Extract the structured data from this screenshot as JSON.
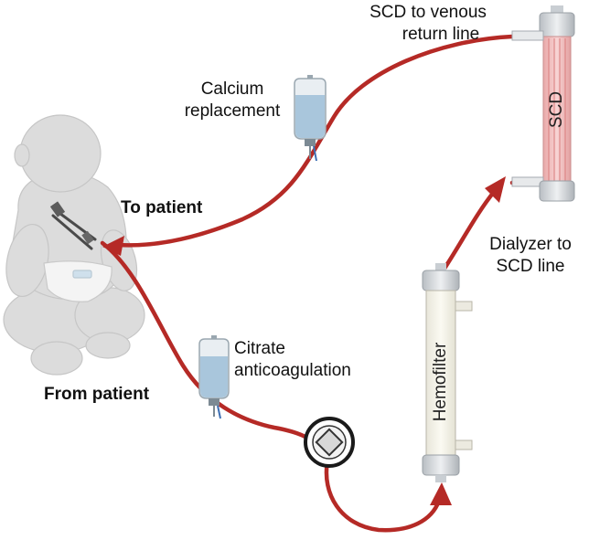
{
  "labels": {
    "scd_to_venous": [
      "SCD to venous",
      "return line"
    ],
    "calcium": [
      "Calcium",
      "replacement"
    ],
    "to_patient": "To patient",
    "from_patient": "From patient",
    "citrate": [
      "Citrate",
      "anticoagulation"
    ],
    "dialyzer_to_scd": [
      "Dialyzer to",
      "SCD line"
    ],
    "scd_device": "SCD",
    "hemofilter_device": "Hemofilter"
  },
  "colors": {
    "line": "#b52a26",
    "scd_body": "#f4c6c6",
    "scd_stripe": "#e29a9a",
    "hemofilter_body": "#f7f5ea",
    "bag_fluid": "#a9c6dc",
    "baby_skin": "#dcdcdc"
  },
  "icons": [
    "baby-patient-illustration",
    "iv-bag-icon",
    "pump-icon",
    "arrowhead-icon"
  ]
}
